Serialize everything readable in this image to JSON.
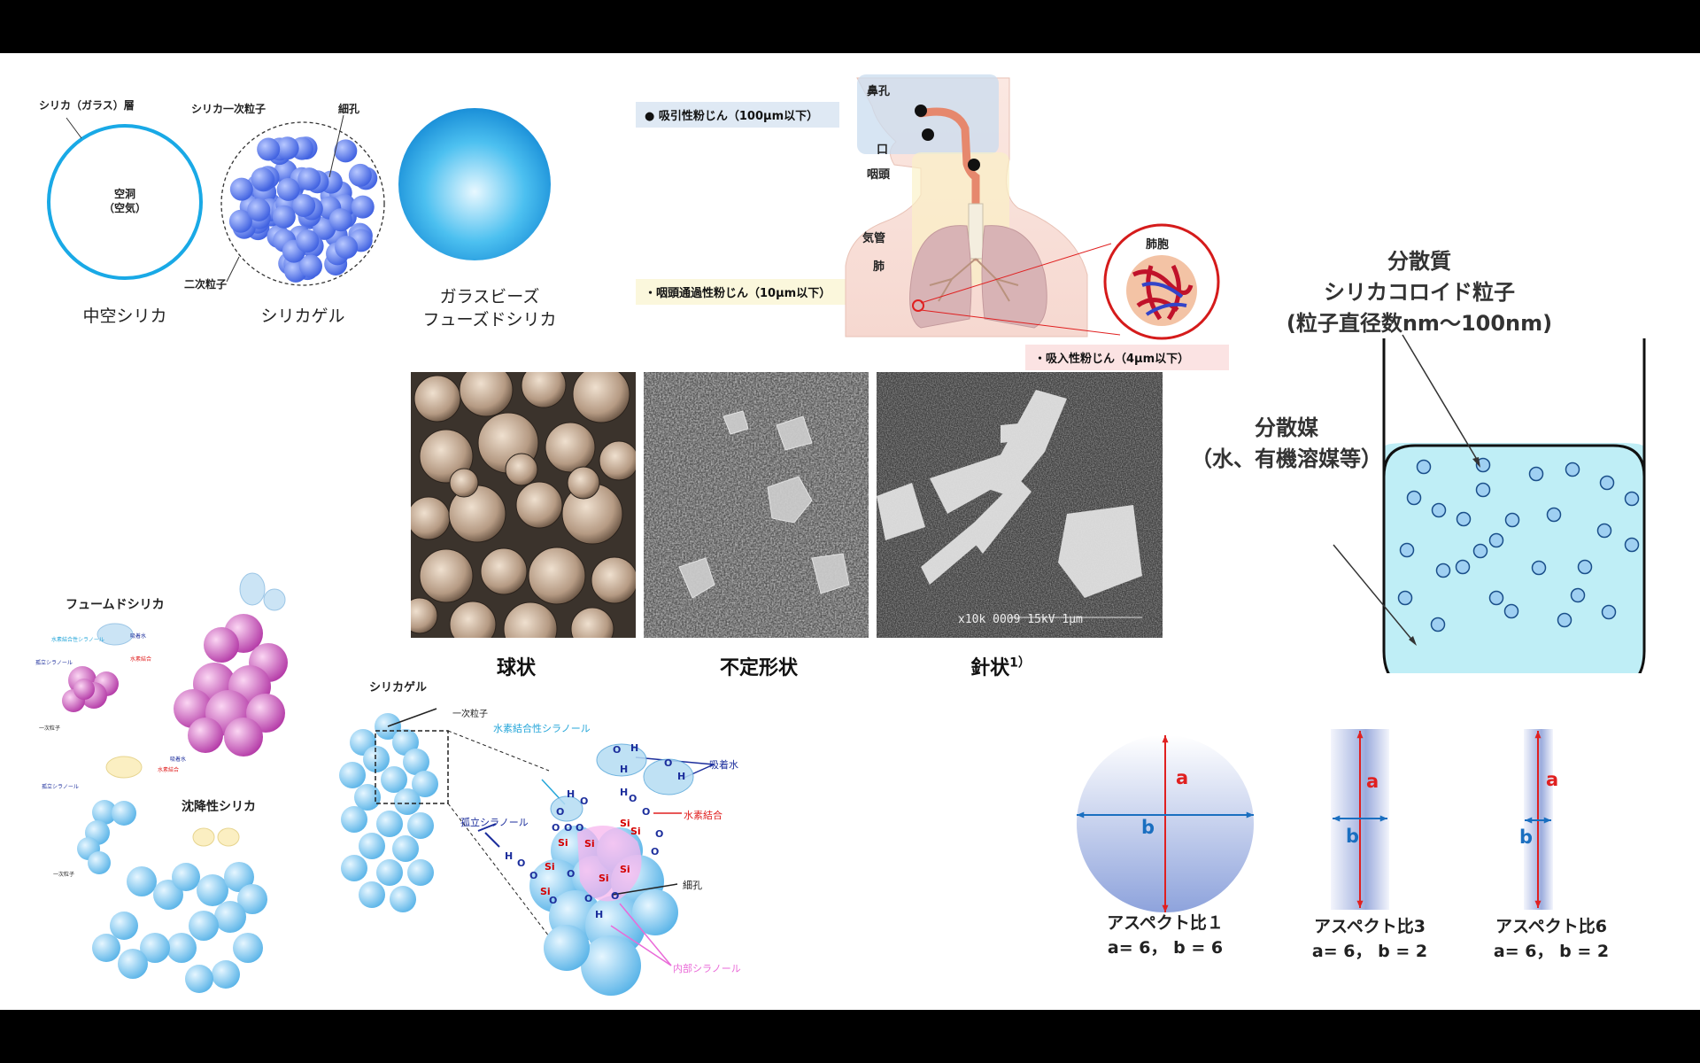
{
  "particles": {
    "hollow": {
      "layer_label": "シリカ（ガラス）層",
      "core_line1": "空洞",
      "core_line2": "（空気）",
      "caption": "中空シリカ"
    },
    "gel": {
      "primary_label": "シリカ一次粒子",
      "pore_label": "細孔",
      "secondary_label": "二次粒子",
      "caption": "シリカゲル"
    },
    "bead": {
      "caption_line1": "ガラスビーズ",
      "caption_line2": "フューズドシリカ"
    }
  },
  "respiratory": {
    "inhalable": "● 吸引性粉じん（100μm以下）",
    "thoracic": "・咽頭通過性粉じん（10μm以下）",
    "respirable": "・吸入性粉じん（4μm以下）",
    "nostril": "鼻孔",
    "mouth": "口",
    "pharynx": "咽頭",
    "trachea": "気管",
    "lung": "肺",
    "alveolus": "肺胞",
    "colors": {
      "inhalable_bg": "#dfe9f4",
      "thoracic_bg": "#fbf7dc",
      "respirable_bg": "#fbe3e3"
    }
  },
  "shapes": {
    "spherical": "球状",
    "irregular": "不定形状",
    "needle": "針状",
    "needle_ref": "1）",
    "sem_scale": "x10k 0009 15kV 1μm"
  },
  "colloid": {
    "dispersoid_line1": "分散質",
    "dispersoid_line2": "シリカコロイド粒子",
    "dispersoid_line3": "(粒子直径数nm〜100nm)",
    "medium_line1": "分散媒",
    "medium_line2": "（水、有機溶媒等）",
    "liquid_color": "#bfeef6"
  },
  "silanol": {
    "fumed_title": "フュームドシリカ",
    "precip_title": "沈降性シリカ",
    "gel_title": "シリカゲル",
    "primary": "一次粒子",
    "hbond_silanol": "水素結合性シラノール",
    "adsorbed_water": "吸着水",
    "isolated_silanol": "孤立シラノール",
    "hydrogen_bond": "水素結合",
    "pore": "細孔",
    "internal_silanol": "内部シラノール",
    "small_primary": "一次粒子",
    "small_hbond_silanol": "水素結合性シラノール",
    "small_isolated": "孤立シラノール",
    "small_water": "吸着水",
    "small_hbond": "水素結合",
    "atom_si": "Si",
    "atom_o": "O",
    "atom_h": "H"
  },
  "aspect": {
    "a": "a",
    "b": "b",
    "r1_title": "アスペクト比１",
    "r1_values": "a= 6， b = 6",
    "r3_title": "アスペクト比3",
    "r3_values": "a= 6， b = 2",
    "r6_title": "アスペクト比6",
    "r6_values": "a= 6， b = 2",
    "arrow_a_color": "#e02020",
    "arrow_b_color": "#1a6fc0"
  }
}
